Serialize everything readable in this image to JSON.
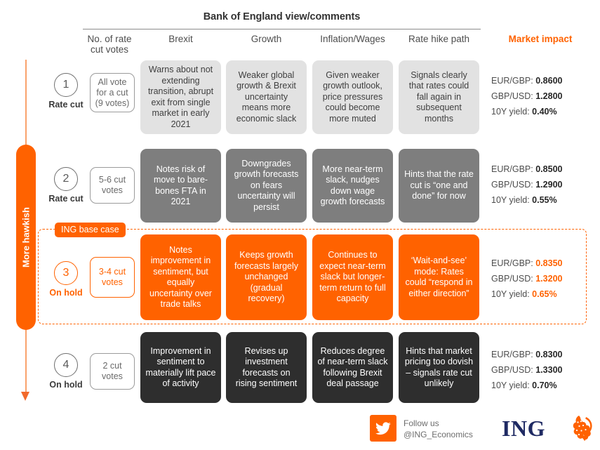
{
  "header": {
    "title": "Bank of England view/comments",
    "columns": [
      {
        "label": "No. of rate\ncut votes",
        "accent": false
      },
      {
        "label": "Brexit",
        "accent": false
      },
      {
        "label": "Growth",
        "accent": false
      },
      {
        "label": "Inflation/Wages",
        "accent": false
      },
      {
        "label": "Rate hike path",
        "accent": false
      },
      {
        "label": "Market impact",
        "accent": true
      }
    ],
    "col1_line1": "No. of rate",
    "col1_line2": "cut votes",
    "col2": "Brexit",
    "col3": "Growth",
    "col4": "Inflation/Wages",
    "col5": "Rate hike path",
    "col6": "Market impact"
  },
  "axis": {
    "label": "More hawkish",
    "direction": "down",
    "color": "#ff6200"
  },
  "base_case": {
    "tag": "ING base case"
  },
  "rows": [
    {
      "number": "1",
      "stance": "Rate cut",
      "votes": "All vote\nfor a cut\n(9 votes)",
      "votes_l1": "All vote",
      "votes_l2": "for a cut",
      "votes_l3": "(9 votes)",
      "brexit": "Warns about not extending transition, abrupt exit from single market in early 2021",
      "growth": "Weaker global growth & Brexit uncertainty means more economic slack",
      "inflation": "Given weaker growth outlook, price pressures could become more muted",
      "rate_path": "Signals clearly that rates could fall again in subsequent months",
      "impact": {
        "eurgbp_label": "EUR/GBP:",
        "eurgbp": "0.8600",
        "gbpusd_label": "GBP/USD:",
        "gbpusd": "1.2800",
        "yield_label": "10Y yield:",
        "yield": "0.40%"
      }
    },
    {
      "number": "2",
      "stance": "Rate cut",
      "votes": "5-6 cut\nvotes",
      "votes_l1": "5-6 cut",
      "votes_l2": "votes",
      "votes_l3": "",
      "brexit": "Notes risk of move to bare-bones FTA in 2021",
      "growth": "Downgrades growth forecasts on fears uncertainty will persist",
      "inflation": "More near-term slack, nudges down wage growth forecasts",
      "rate_path": "Hints that the rate cut is “one and done” for now",
      "impact": {
        "eurgbp_label": "EUR/GBP:",
        "eurgbp": "0.8500",
        "gbpusd_label": "GBP/USD:",
        "gbpusd": "1.2900",
        "yield_label": "10Y yield:",
        "yield": "0.55%"
      }
    },
    {
      "number": "3",
      "stance": "On hold",
      "votes": "3-4 cut\nvotes",
      "votes_l1": "3-4 cut",
      "votes_l2": "votes",
      "votes_l3": "",
      "brexit": "Notes improvement in sentiment, but equally uncertainty over trade talks",
      "growth": "Keeps growth forecasts largely unchanged (gradual recovery)",
      "inflation": "Continues to expect near-term slack but longer-term return to full capacity",
      "rate_path": "‘Wait-and-see’ mode: Rates could “respond in either direction”",
      "impact": {
        "eurgbp_label": "EUR/GBP:",
        "eurgbp": "0.8350",
        "gbpusd_label": "GBP/USD:",
        "gbpusd": "1.3200",
        "yield_label": "10Y yield:",
        "yield": "0.65%"
      }
    },
    {
      "number": "4",
      "stance": "On hold",
      "votes": "2 cut\nvotes",
      "votes_l1": "2 cut",
      "votes_l2": "votes",
      "votes_l3": "",
      "brexit": "Improvement in sentiment to materially lift pace of activity",
      "growth": "Revises up investment forecasts on rising sentiment",
      "inflation": "Reduces degree of near-term slack following Brexit deal passage",
      "rate_path": "Hints that market pricing too dovish – signals rate cut unlikely",
      "impact": {
        "eurgbp_label": "EUR/GBP:",
        "eurgbp": "0.8300",
        "gbpusd_label": "GBP/USD:",
        "gbpusd": "1.3300",
        "yield_label": "10Y yield:",
        "yield": "0.70%"
      }
    }
  ],
  "footer": {
    "follow_line1": "Follow us",
    "follow_line2": "@ING_Economics",
    "brand": "ING"
  }
}
